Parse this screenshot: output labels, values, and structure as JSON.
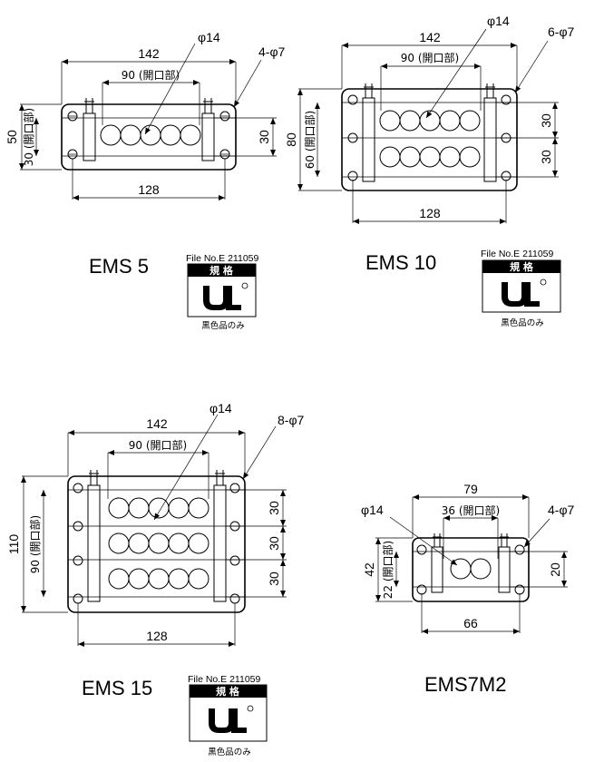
{
  "ems5": {
    "name": "EMS 5",
    "dims": {
      "width": "142",
      "opening": "90 (開口部)",
      "pitch": "128",
      "height": "50",
      "height_open": "30 (開口部)",
      "row": "30",
      "hole": "φ14",
      "mount": "4-φ7"
    }
  },
  "ems10": {
    "name": "EMS 10",
    "dims": {
      "width": "142",
      "opening": "90 (開口部)",
      "pitch": "128",
      "height": "80",
      "height_open": "60 (開口部)",
      "row1": "30",
      "row2": "30",
      "hole": "φ14",
      "mount": "6-φ7"
    }
  },
  "ems15": {
    "name": "EMS 15",
    "dims": {
      "width": "142",
      "opening": "90 (開口部)",
      "pitch": "128",
      "height": "110",
      "height_open": "90 (開口部)",
      "row1": "30",
      "row2": "30",
      "row3": "30",
      "hole": "φ14",
      "mount": "8-φ7"
    }
  },
  "ems7m2": {
    "name": "EMS7M2",
    "dims": {
      "width": "79",
      "opening": "36 (開口部)",
      "pitch": "66",
      "height": "42",
      "height_open": "22 (開口部)",
      "row": "20",
      "hole": "φ14",
      "mount": "4-φ7"
    }
  },
  "ul_badge": {
    "file_no": "File No.E 211059",
    "standard": "規 格",
    "note": "黒色品のみ"
  }
}
